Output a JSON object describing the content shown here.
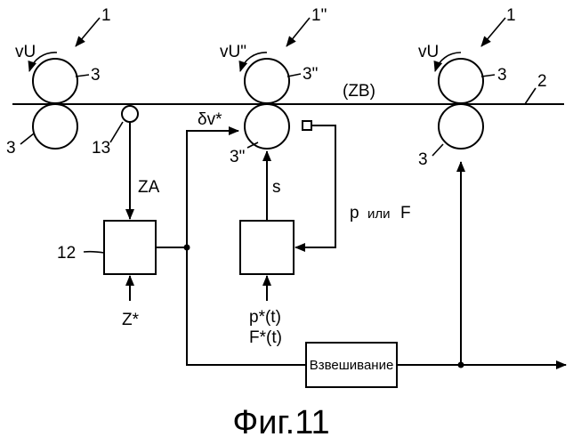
{
  "labels": {
    "ref_1_left": "1",
    "ref_1_mid": "1\"",
    "ref_1_right": "1",
    "vu_left": "vU",
    "vu_mid": "vU\"",
    "vu_right": "vU",
    "roll_3_left_top": "3",
    "roll_3_left_bottom": "3",
    "roll_3_mid_top": "3\"",
    "roll_3_mid_bottom": "3\"",
    "roll_3_right_top": "3",
    "roll_3_right_bottom": "3",
    "ref_2": "2",
    "zb": "(ZB)",
    "ref_13": "13",
    "dv": "δv*",
    "za": "ZA",
    "s": "s",
    "p_or": "p",
    "ili": "или",
    "f": "F",
    "ref_12": "12",
    "z_star": "Z*",
    "p_t": "p*(t)",
    "f_t": "F*(t)",
    "weighing": "Взвешивание",
    "caption": "Фиг.11"
  }
}
